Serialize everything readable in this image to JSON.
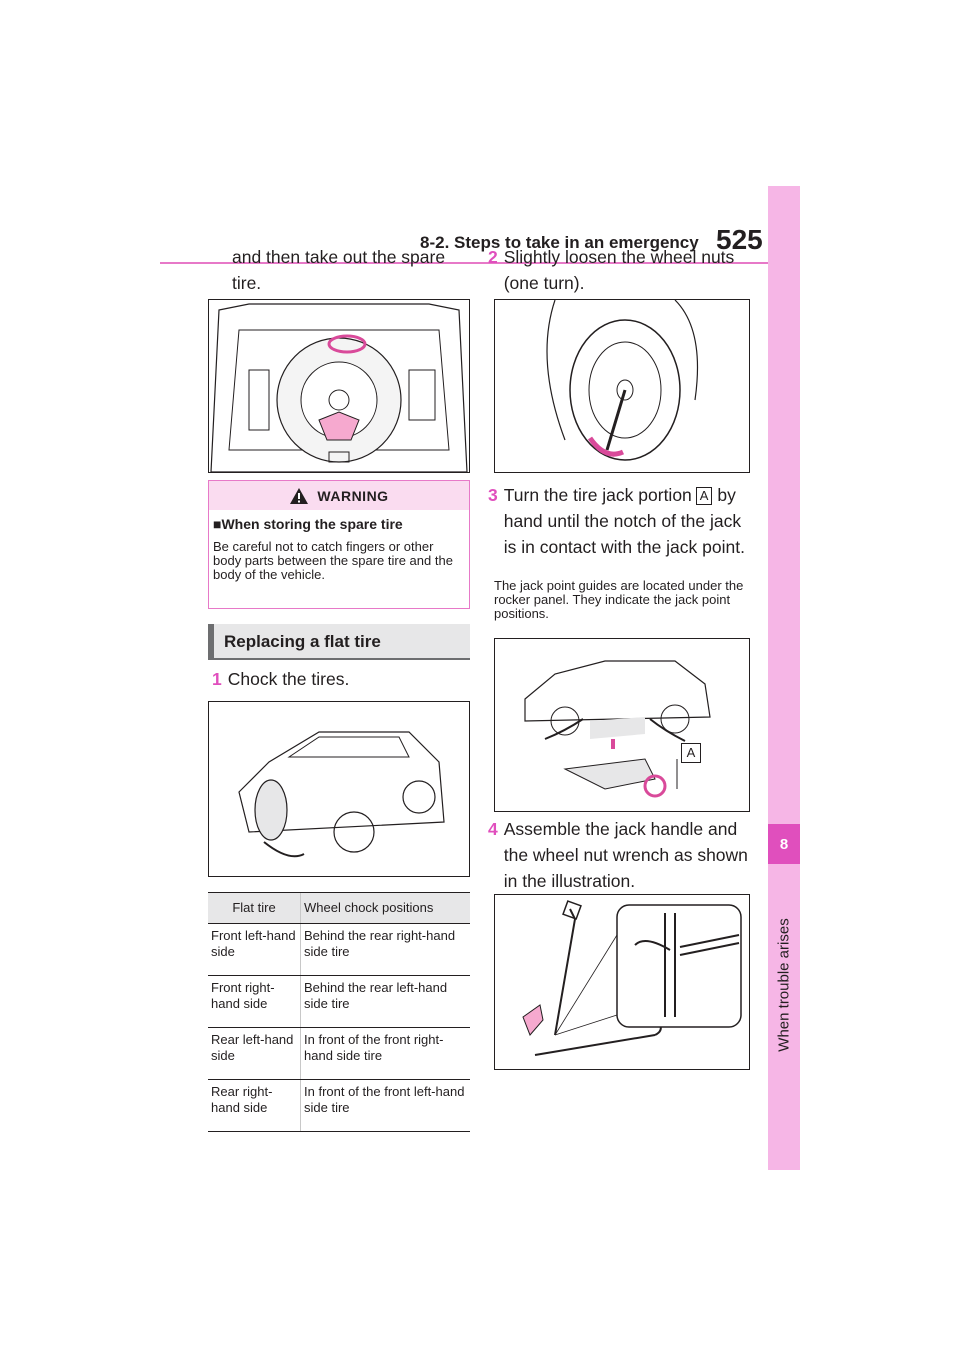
{
  "header": {
    "title": "8-2. Steps to take in an emergency",
    "page_number": "525"
  },
  "side_tab": {
    "chapter": "8",
    "label": "When trouble arises"
  },
  "left": {
    "intro": "and then take out the spare tire.",
    "warning": {
      "title": "WARNING",
      "subtitle": "■When storing the spare tire",
      "body": "Be careful not to catch fingers or other body parts between the spare tire and the body of the vehicle."
    },
    "section_title": "Replacing a flat tire",
    "step1_num": "1",
    "step1_text": "Chock the tires.",
    "table": {
      "headers": [
        "Flat tire",
        "Wheel chock positions"
      ],
      "rows": [
        [
          "Front left-hand side",
          "Behind the rear right-hand side tire"
        ],
        [
          "Front right-hand side",
          "Behind the rear left-hand side tire"
        ],
        [
          "Rear left-hand side",
          "In front of the front right-hand side tire"
        ],
        [
          "Rear right-hand side",
          "In front of the front left-hand side tire"
        ]
      ]
    }
  },
  "right": {
    "step2_num": "2",
    "step2_text": "Slightly loosen the wheel nuts (one turn).",
    "step3_num": "3",
    "step3_text": "Turn the tire jack portion",
    "step3_label": "A",
    "step3_text2": "by hand until the notch of the jack is in contact with the jack point.",
    "step3_note": "The jack point guides are located under the rocker panel. They indicate the jack point positions.",
    "fig_label": "A",
    "step4_num": "4",
    "step4_text": "Assemble the jack handle and the wheel nut wrench as shown in the illustration."
  },
  "colors": {
    "accent": "#e04fbd",
    "tab": "#f6b6e6",
    "rule": "#e779c8"
  }
}
